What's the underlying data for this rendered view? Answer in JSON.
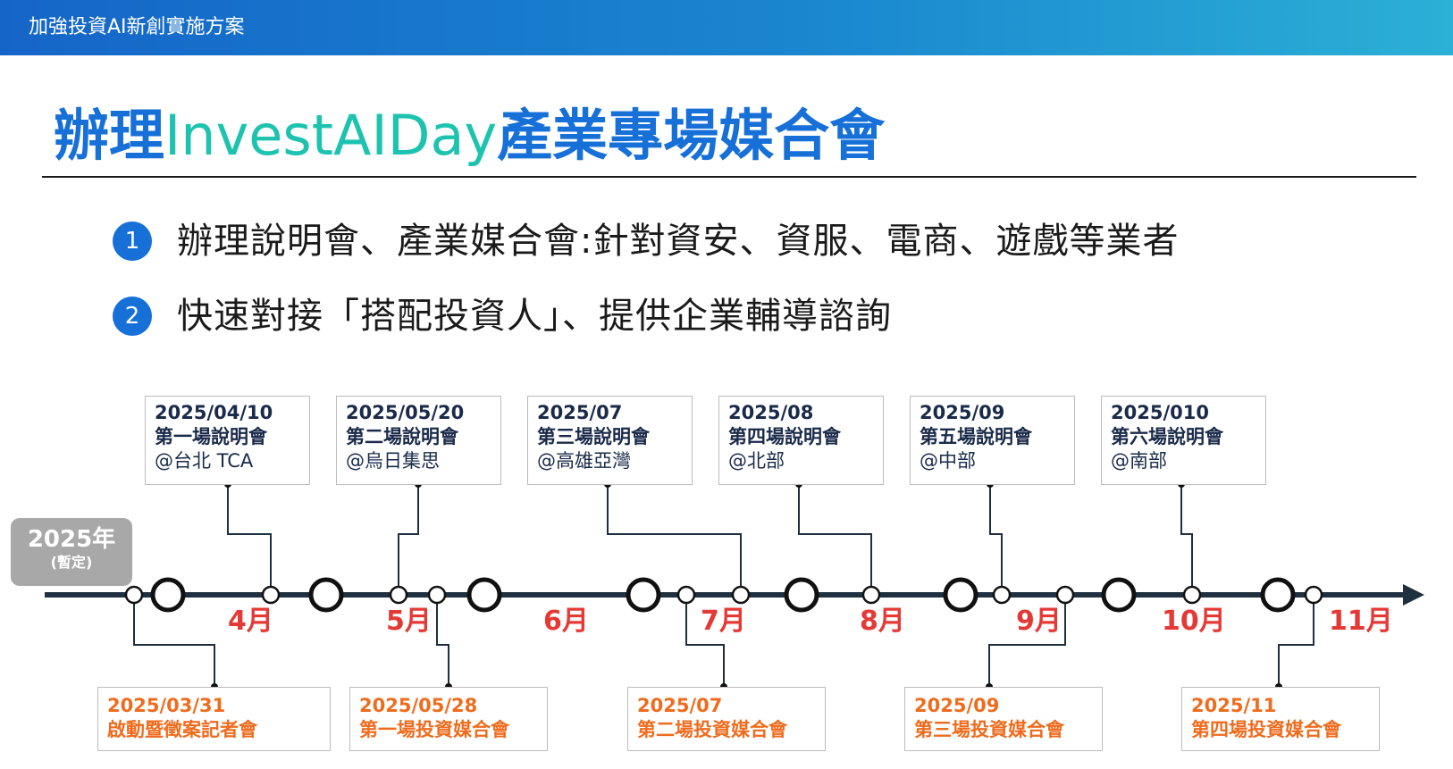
{
  "header": {
    "title": "加強投資AI新創實施方案"
  },
  "title": {
    "part1": "辦理",
    "part2": "InvestAIDay",
    "part3": "產業專場媒合會"
  },
  "bullets": [
    {
      "num": "1",
      "text": "辦理說明會、產業媒合會:針對資安、資服、電商、遊戲等業者"
    },
    {
      "num": "2",
      "text": "快速對接「搭配投資人」、提供企業輔導諮詢"
    }
  ],
  "year_badge": {
    "year": "2025年",
    "note": "(暫定)"
  },
  "months": [
    "4月",
    "5月",
    "6月",
    "7月",
    "8月",
    "9月",
    "10月",
    "11月"
  ],
  "top_events": [
    {
      "date": "2025/04/10",
      "name": "第一場說明會",
      "location": "@台北 TCA"
    },
    {
      "date": "2025/05/20",
      "name": "第二場說明會",
      "location": "@烏日集思"
    },
    {
      "date": "2025/07",
      "name": "第三場說明會",
      "location": "@高雄亞灣"
    },
    {
      "date": "2025/08",
      "name": "第四場說明會",
      "location": "@北部"
    },
    {
      "date": "2025/09",
      "name": "第五場說明會",
      "location": "@中部"
    },
    {
      "date": "2025/010",
      "name": "第六場說明會",
      "location": "@南部"
    }
  ],
  "bottom_events": [
    {
      "date": "2025/03/31",
      "name": "啟動暨徵案記者會"
    },
    {
      "date": "2025/05/28",
      "name": "第一場投資媒合會"
    },
    {
      "date": "2025/07",
      "name": "第二場投資媒合會"
    },
    {
      "date": "2025/09",
      "name": "第三場投資媒合會"
    },
    {
      "date": "2025/11",
      "name": "第四場投資媒合會"
    }
  ],
  "colors": {
    "accent_blue": "#1670d8",
    "title_teal": "#1ec3b0",
    "month_red": "#e53935",
    "event_orange": "#ef6c1e",
    "timeline": "#1f3040"
  }
}
